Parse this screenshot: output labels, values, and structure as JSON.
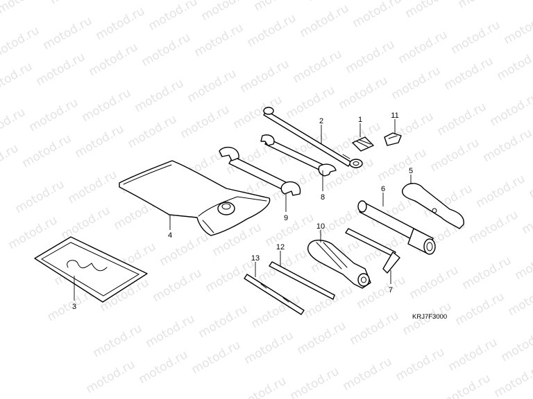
{
  "watermark": "motod.ru",
  "diagram_code": "KRJ7F3000",
  "callouts": [
    {
      "id": "1",
      "label": "1"
    },
    {
      "id": "2",
      "label": "2"
    },
    {
      "id": "3",
      "label": "3"
    },
    {
      "id": "4",
      "label": "4"
    },
    {
      "id": "5",
      "label": "5"
    },
    {
      "id": "6",
      "label": "6"
    },
    {
      "id": "7",
      "label": "7"
    },
    {
      "id": "8",
      "label": "8"
    },
    {
      "id": "9",
      "label": "9"
    },
    {
      "id": "10",
      "label": "10"
    },
    {
      "id": "11",
      "label": "11"
    },
    {
      "id": "12",
      "label": "12"
    },
    {
      "id": "13",
      "label": "13"
    }
  ]
}
